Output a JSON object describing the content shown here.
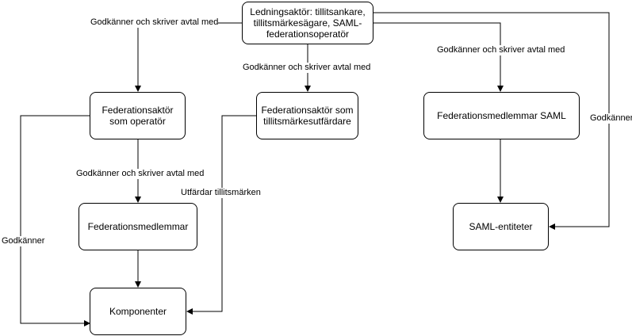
{
  "nodes": {
    "governance": "Ledningsaktör: tillitsankare, tillitsmärkesägare, SAML-federationsoperatör",
    "fed_operator": "Federationsaktör som operatör",
    "trustmark_issuer": "Federationsaktör som tillitsmärkesutfärdare",
    "saml_members": "Federationsmedlemmar SAML",
    "members": "Federationsmedlemmar",
    "saml_entities": "SAML-entiteter",
    "components": "Komponenter"
  },
  "edges": {
    "gov_to_operator": "Godkänner och skriver avtal med",
    "gov_to_issuer": "Godkänner och skriver avtal med",
    "gov_to_saml_members": "Godkänner och skriver avtal med",
    "gov_to_saml_entities": "Godkänner",
    "operator_to_members": "Godkänner och skriver avtal med",
    "operator_to_components": "Godkänner",
    "issuer_to_components": "Utfärdar tillitsmärken"
  }
}
